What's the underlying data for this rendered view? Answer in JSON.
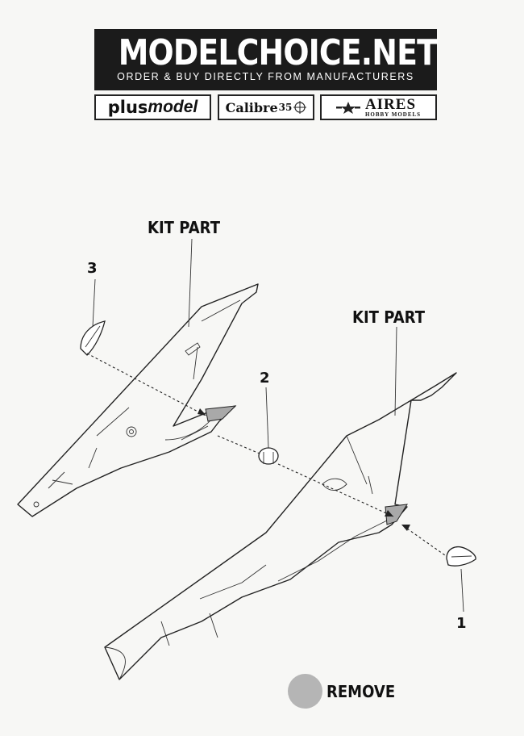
{
  "header": {
    "title": "MODELCHOICE.NET",
    "subtitle": "ORDER & BUY DIRECTLY FROM MANUFACTURERS"
  },
  "brands": {
    "plus_a": "plus",
    "plus_b": "model",
    "calibre_a": "Calibre",
    "calibre_b": "35",
    "aires_a": "AIRES",
    "aires_b": "HOBBY MODELS"
  },
  "callouts": {
    "kit_part_left": "KIT PART",
    "kit_part_right": "KIT PART",
    "part_1": "1",
    "part_2": "2",
    "part_3": "3"
  },
  "legend": {
    "remove": "REMOVE",
    "remove_color": "#b5b5b5"
  }
}
